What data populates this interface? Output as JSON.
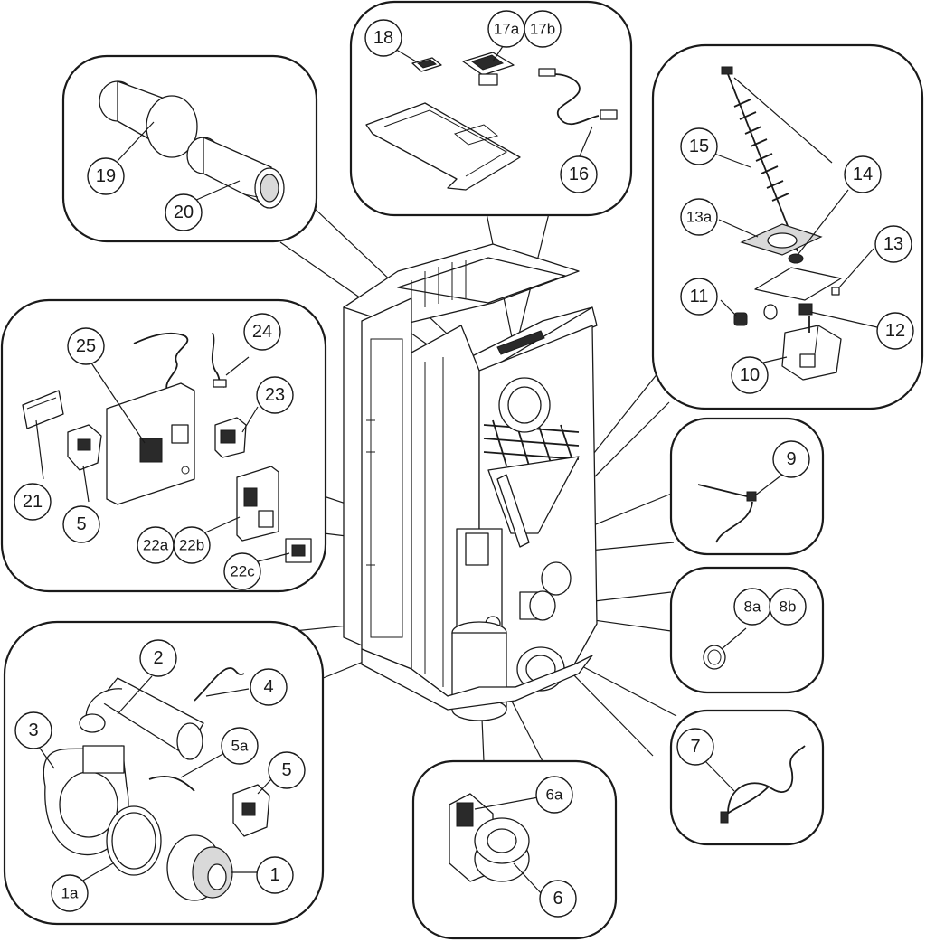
{
  "callouts": {
    "c1": "1",
    "c1a": "1a",
    "c2": "2",
    "c3": "3",
    "c4": "4",
    "c5_burner": "5",
    "c5a": "5a",
    "c5_panel": "5",
    "c6": "6",
    "c6a": "6a",
    "c7": "7",
    "c8a": "8a",
    "c8b": "8b",
    "c9": "9",
    "c10": "10",
    "c11": "11",
    "c12": "12",
    "c13": "13",
    "c13a": "13a",
    "c14": "14",
    "c15": "15",
    "c16": "16",
    "c17a": "17a",
    "c17b": "17b",
    "c18": "18",
    "c19": "19",
    "c20": "20",
    "c21": "21",
    "c22a": "22a",
    "c22b": "22b",
    "c22c": "22c",
    "c23": "23",
    "c24": "24",
    "c25": "25"
  },
  "colors": {
    "line": "#1a1a1a",
    "background": "#ffffff",
    "fill_grey": "#d9d9d9"
  }
}
